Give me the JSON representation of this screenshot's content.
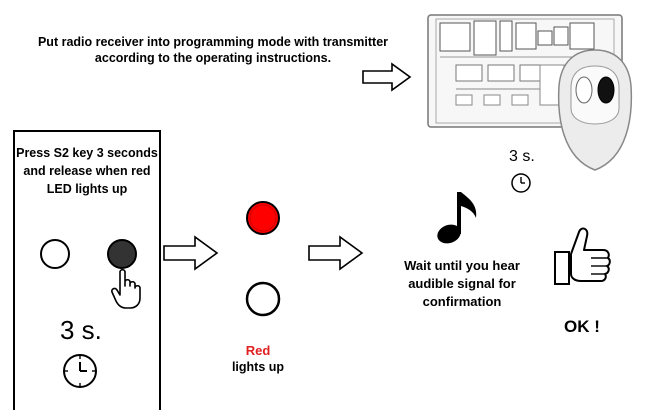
{
  "instruction": "Put radio receiver into programming mode with transmitter according to the operating instructions.",
  "step1": {
    "text": "Press S2 key 3 seconds and release when red LED lights up",
    "duration": "3 s."
  },
  "step2": {
    "led_color": "Red",
    "led_state": "lights up"
  },
  "step3": {
    "text": "Wait until you hear audible signal for confirmation",
    "result": "OK !"
  },
  "receiver_duration": "3 s.",
  "colors": {
    "led_red": "#ff0000",
    "led_dark": "#333333",
    "label_red": "#e02020"
  },
  "icons": [
    "arrow-right-icon",
    "hand-pointer-icon",
    "clock-icon",
    "music-note-icon",
    "thumbs-up-icon",
    "receiver-board-icon",
    "remote-transmitter-icon"
  ]
}
